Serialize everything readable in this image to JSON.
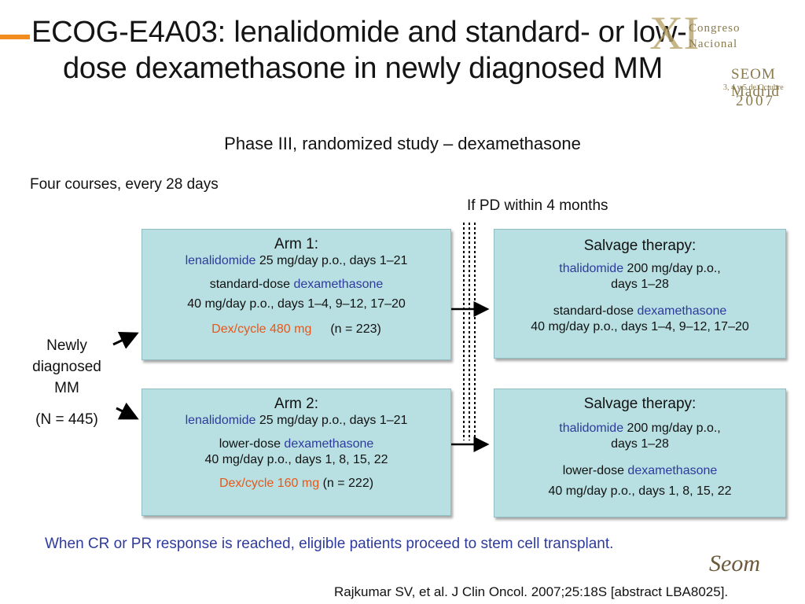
{
  "header": {
    "title_line1": "ECOG-E4A03: lenalidomide and standard- or low-",
    "title_line2": "dose dexamethasone in newly diagnosed MM",
    "logo": {
      "numeral": "XI",
      "line1": "Congreso",
      "line2": "Nacional",
      "line3": "SEOM Madrid",
      "dates": "3, 4 y 5 de Octubre",
      "year": "2007"
    }
  },
  "subtitle": "Phase III, randomized study – dexamethasone",
  "courses": "Four courses, every 28 days",
  "pd_note": "If PD within 4 months",
  "population": {
    "label_line1": "Newly",
    "label_line2": "diagnosed",
    "label_line3": "MM",
    "n": "(N = 445)"
  },
  "arm1": {
    "heading": "Arm 1:",
    "drug": "lenalidomide",
    "drug_dose": " 25 mg/day p.o., days 1–21",
    "dex_prefix": "standard-dose ",
    "dex_name": "dexamethasone",
    "dex_dose": "40 mg/day p.o., days 1–4, 9–12, 17–20",
    "dex_cycle": "Dex/cycle 480 mg",
    "n": "(n = 223)"
  },
  "arm2": {
    "heading": "Arm 2:",
    "drug": "lenalidomide",
    "drug_dose": " 25 mg/day p.o., days 1–21",
    "dex_prefix": "lower-dose ",
    "dex_name": "dexamethasone",
    "dex_dose": "40 mg/day p.o., days 1, 8, 15, 22",
    "dex_cycle": "Dex/cycle 160 mg",
    "n": "(n = 222)"
  },
  "salvage1": {
    "heading": "Salvage therapy:",
    "drug": "thalidomide",
    "drug_dose": " 200 mg/day p.o.,",
    "drug_days": "days 1–28",
    "dex_prefix": "standard-dose ",
    "dex_name": "dexamethasone",
    "dex_dose": "40 mg/day p.o., days 1–4, 9–12, 17–20"
  },
  "salvage2": {
    "heading": "Salvage therapy:",
    "drug": "thalidomide",
    "drug_dose": " 200 mg/day p.o.,",
    "drug_days": "days 1–28",
    "dex_prefix": "lower-dose ",
    "dex_name": "dexamethasone",
    "dex_dose": "40 mg/day p.o., days 1, 8, 15, 22"
  },
  "footer_note": "When CR or PR response is reached, eligible patients proceed to stem cell transplant.",
  "citation": "Rajkumar SV, et al. J Clin Oncol. 2007;25:18S [abstract LBA8025].",
  "society_logo": "Seom",
  "colors": {
    "accent_bar": "#f28c1e",
    "box_fill": "#b8e0e2",
    "drug_blue": "#2e3a9c",
    "dose_orange": "#e8571a"
  }
}
